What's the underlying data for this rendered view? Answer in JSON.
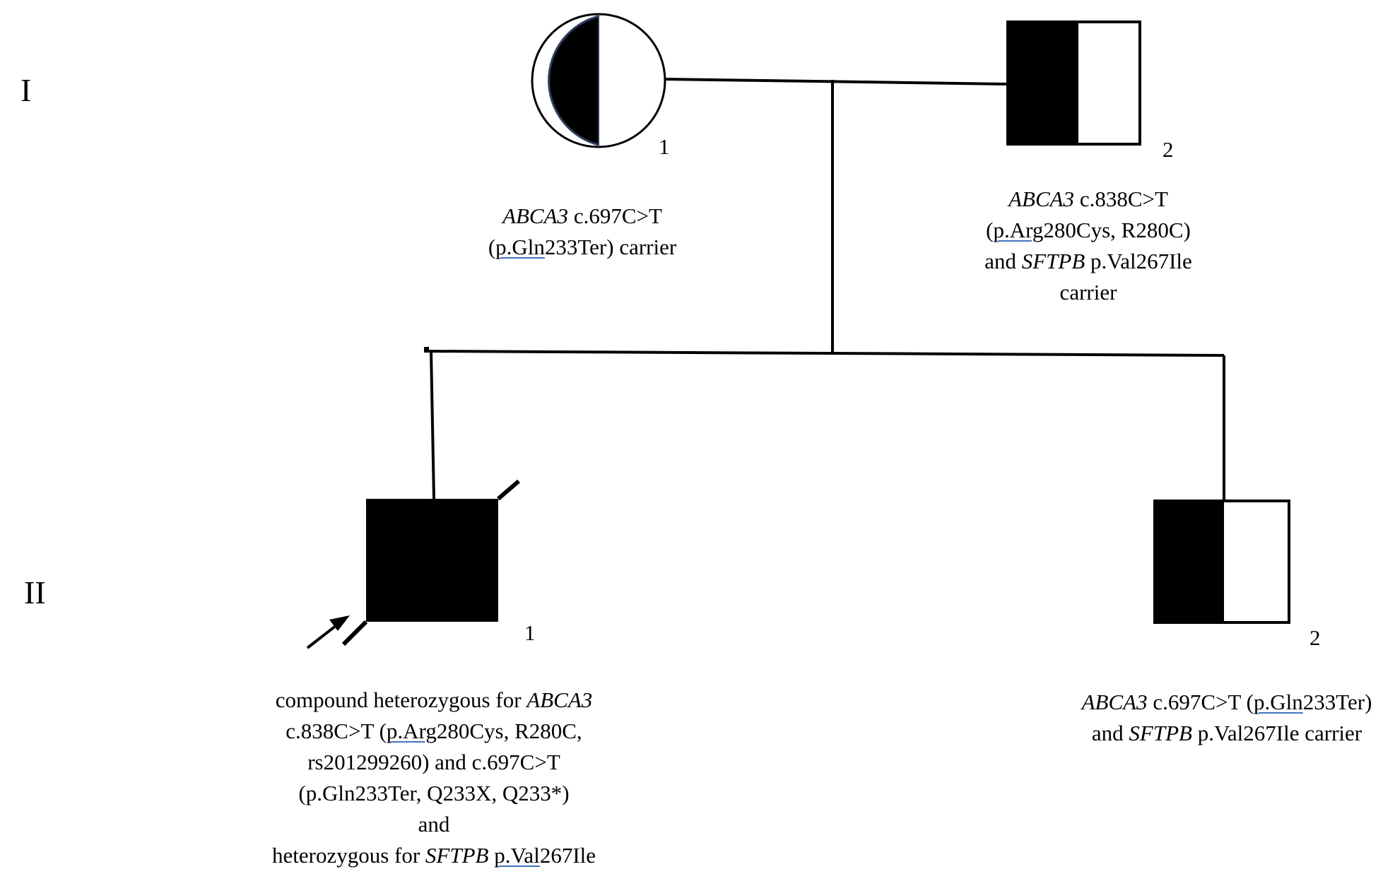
{
  "generations": {
    "gen1": "I",
    "gen2": "II"
  },
  "individuals": {
    "mother": {
      "number": "1",
      "note": {
        "gene": "ABCA3",
        "variant": " c.697C>T",
        "line2_open": "(",
        "line2_ul": "p.Gln",
        "line2_rest": "233Ter) carrier"
      }
    },
    "father": {
      "number": "2",
      "note": {
        "gene": "ABCA3",
        "variant": " c.838C>T",
        "line2_open": "(",
        "line2_ul": "p.Arg",
        "line2_rest": "280Cys, R280C)",
        "line3_pre": "and ",
        "line3_gene": "SFTPB",
        "line3_rest": " p.Val267Ile",
        "line4": "carrier"
      }
    },
    "proband": {
      "number": "1",
      "note": {
        "line1_pre": "compound heterozygous for ",
        "line1_gene": "ABCA3",
        "line2_pre": "c.838C>T (",
        "line2_ul": "p.Arg",
        "line2_rest": "280Cys, R280C,",
        "line3": "rs201299260) and c.697C>T",
        "line4": "(p.Gln233Ter, Q233X, Q233*)",
        "line5": "and",
        "line6_pre": "heterozygous for ",
        "line6_gene": "SFTPB",
        "line6_space": " ",
        "line6_ul": "p.Val",
        "line6_rest": "267Ile"
      }
    },
    "sibling": {
      "number": "2",
      "note": {
        "gene": "ABCA3",
        "line1_pre": " c.697C>T (",
        "line1_ul": "p.Gln",
        "line1_rest": "233Ter)",
        "line2_pre": "and ",
        "line2_gene": "SFTPB",
        "line2_rest": " p.Val267Ile carrier"
      }
    }
  }
}
